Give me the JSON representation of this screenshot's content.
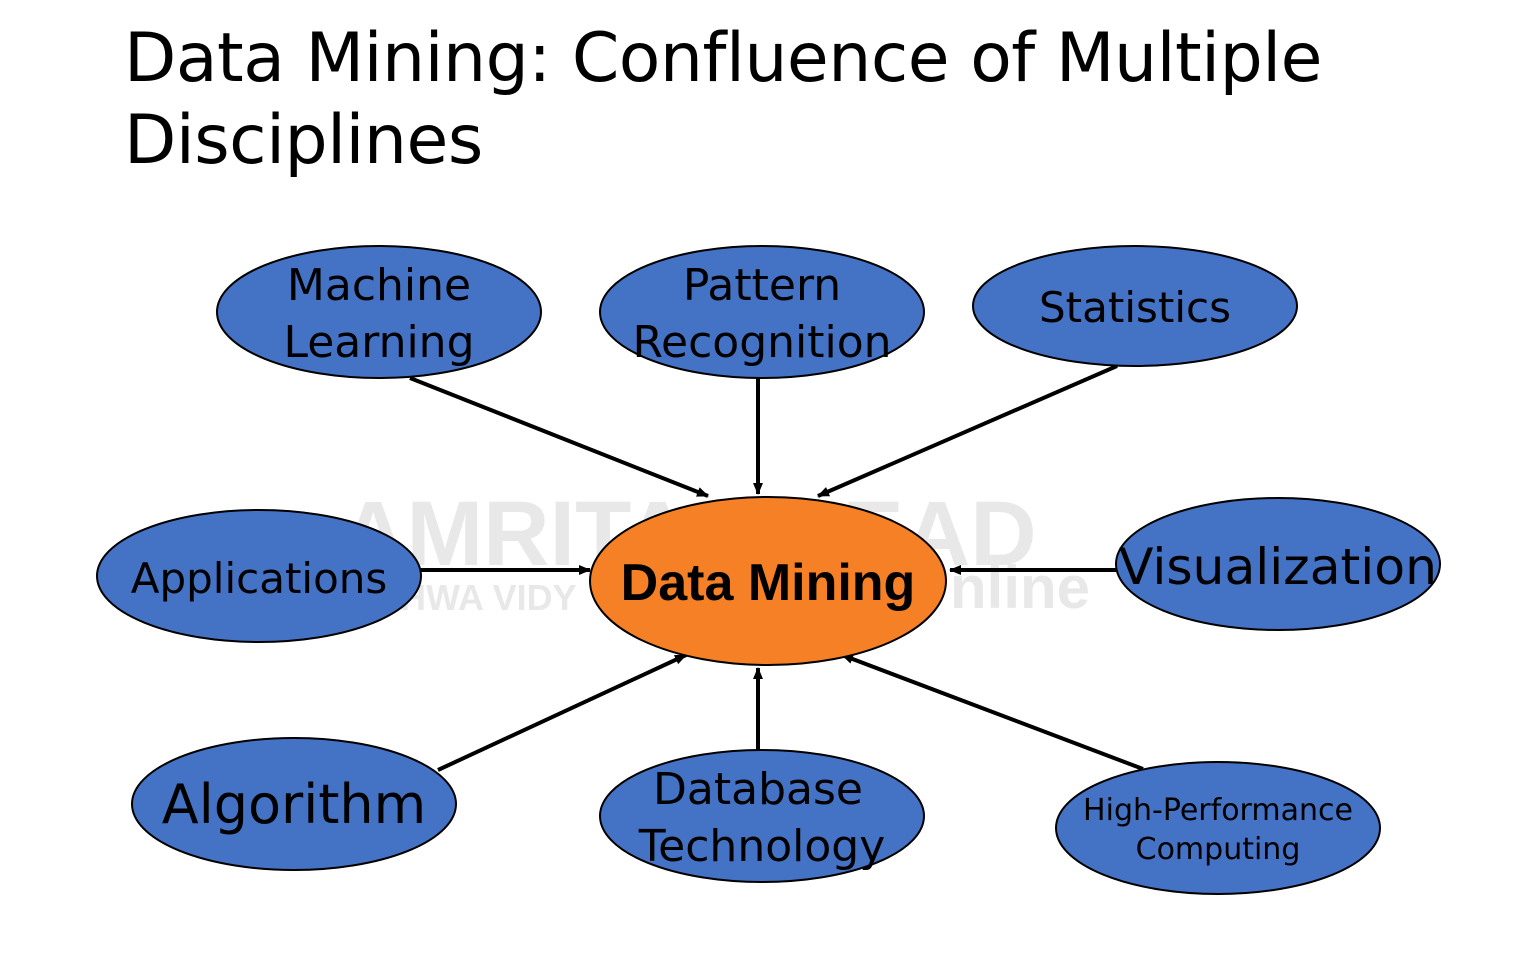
{
  "title": {
    "line1": "Data Mining: Confluence of Multiple",
    "line2": "Disciplines"
  },
  "watermark": {
    "brand": "AMRITA AHEAD",
    "sub_left": "HWA VIDY",
    "sub_right": "nline"
  },
  "colors": {
    "discipline_fill": "#4472c4",
    "center_fill": "#f58025",
    "outline": "#000000",
    "arrow": "#000000"
  },
  "center": {
    "label": "Data Mining"
  },
  "disciplines": {
    "machine_learning": {
      "line1": "Machine",
      "line2": "Learning"
    },
    "pattern_recognition": {
      "line1": "Pattern",
      "line2": "Recognition"
    },
    "statistics": {
      "line1": "Statistics"
    },
    "applications": {
      "line1": "Applications"
    },
    "visualization": {
      "line1": "Visualization"
    },
    "algorithm": {
      "line1": "Algorithm"
    },
    "database_technology": {
      "line1": "Database",
      "line2": "Technology"
    },
    "high_performance_computing": {
      "line1": "High-Performance",
      "line2": "Computing"
    }
  }
}
